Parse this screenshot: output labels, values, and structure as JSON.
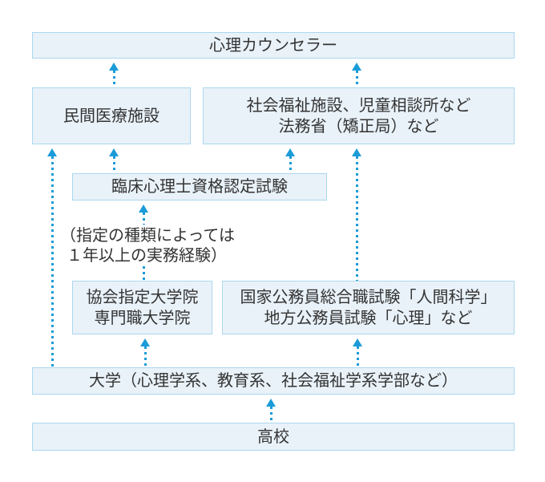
{
  "colors": {
    "box_fill": "#e9f2f9",
    "box_border": "#abd7ee",
    "arrow": "#1b9bd8",
    "text": "#333333"
  },
  "nodes": {
    "counselor": {
      "label": "心理カウンセラー"
    },
    "private_medical": {
      "label": "民間医療施設"
    },
    "welfare": {
      "line1": "社会福祉施設、児童相談所など",
      "line2": "法務省（矯正局）など"
    },
    "exam": {
      "label": "臨床心理士資格認定試験"
    },
    "experience_note": {
      "line1": "（指定の種類によっては",
      "line2": "１年以上の実務経験）"
    },
    "grad_school": {
      "line1": "協会指定大学院",
      "line2": "専門職大学院"
    },
    "civil_service_exam": {
      "line1": "国家公務員総合職試験「人間科学」",
      "line2": "地方公務員試験「心理」など"
    },
    "university": {
      "label": "大学（心理学系、教育系、社会福祉学系学部など）"
    },
    "high_school": {
      "label": "高校"
    }
  }
}
